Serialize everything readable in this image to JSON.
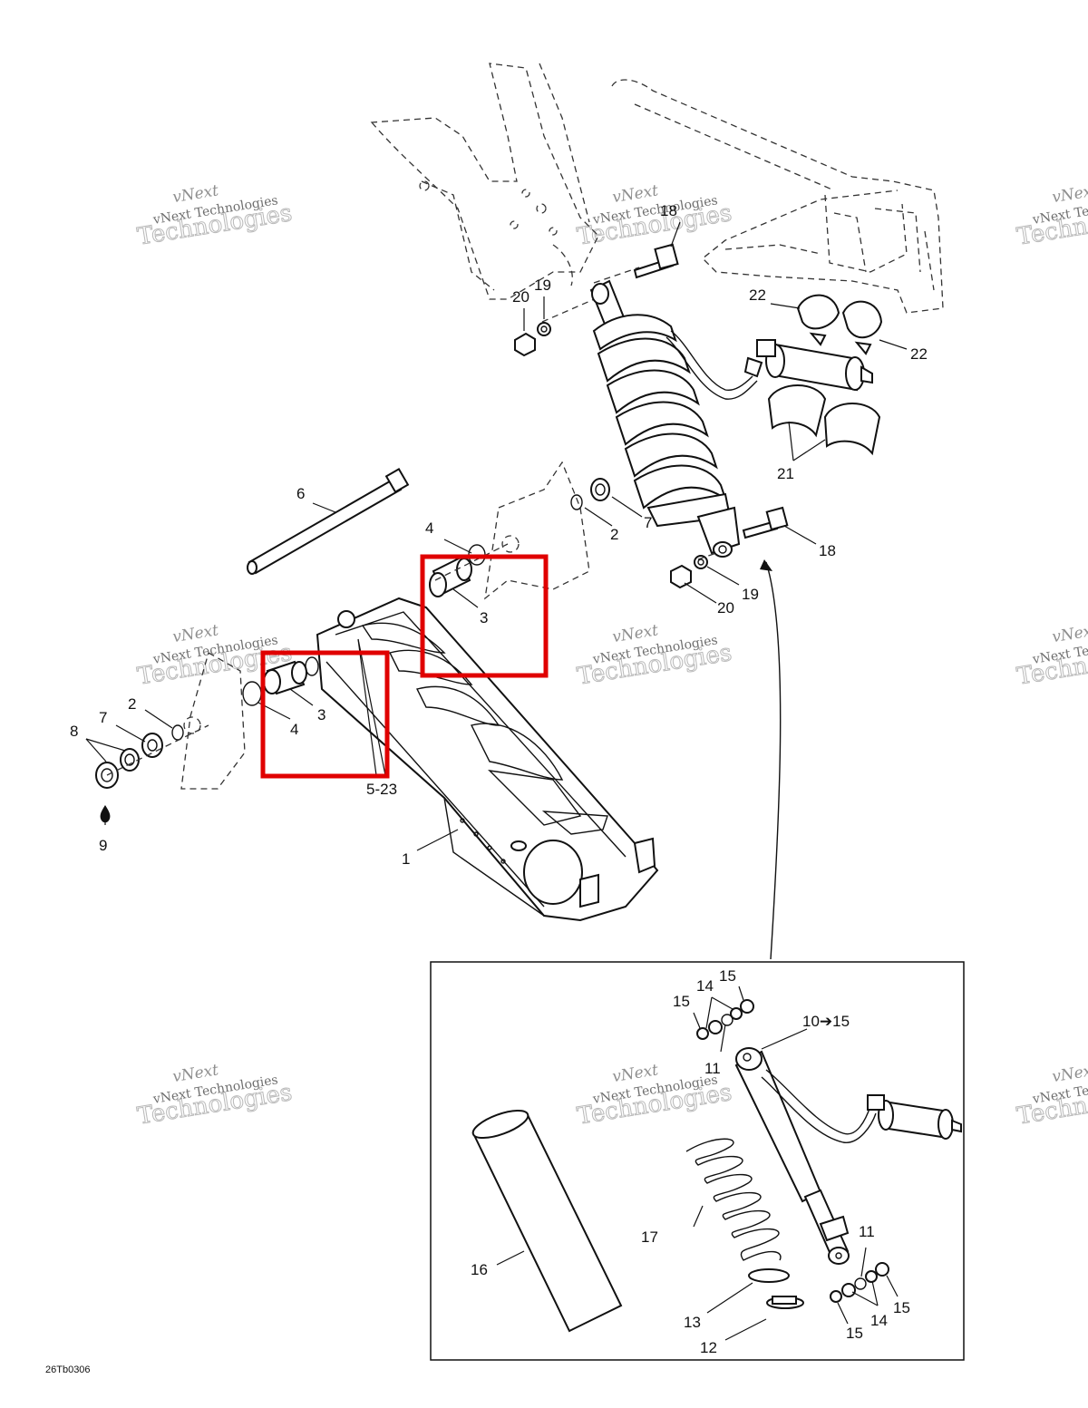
{
  "diagram_code": "26Tb0306",
  "watermark": {
    "line1": "vNext",
    "line2": "vNext Technologies",
    "line3": "Technologies"
  },
  "callouts": {
    "c1": "1",
    "c2a": "2",
    "c2b": "2",
    "c3a": "3",
    "c3b": "3",
    "c4a": "4",
    "c4b": "4",
    "c5_23": "5-23",
    "c6": "6",
    "c7a": "7",
    "c7b": "7",
    "c8": "8",
    "c9": "9",
    "c10_15": "10➔15",
    "c11a": "11",
    "c11b": "11",
    "c12": "12",
    "c13": "13",
    "c14a": "14",
    "c14b": "14",
    "c15a": "15",
    "c15b": "15",
    "c15c": "15",
    "c15d": "15",
    "c16": "16",
    "c17": "17",
    "c18a": "18",
    "c18b": "18",
    "c19a": "19",
    "c19b": "19",
    "c20a": "20",
    "c20b": "20",
    "c21": "21",
    "c22a": "22",
    "c22b": "22"
  },
  "highlight_color": "#e00000"
}
